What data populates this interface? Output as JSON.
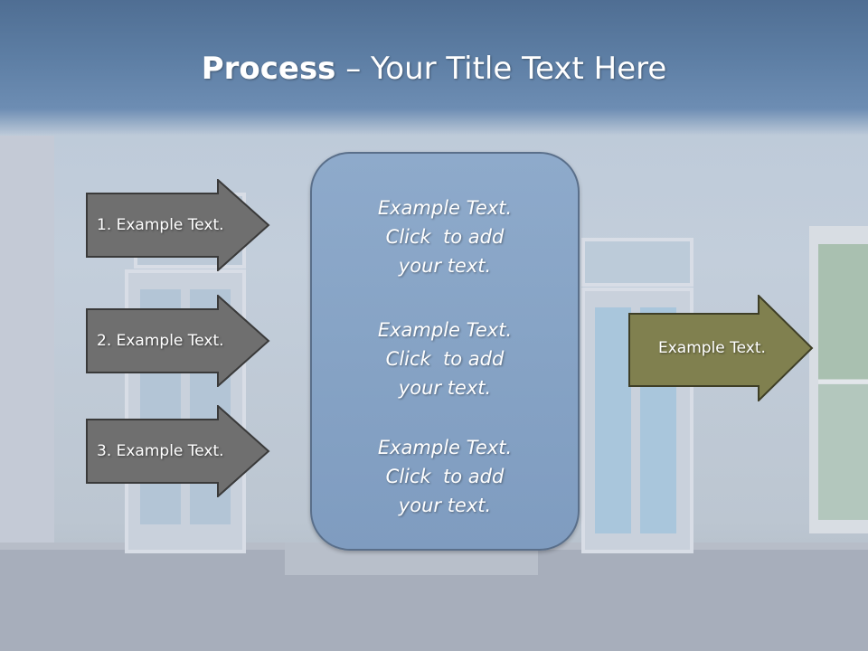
{
  "title": {
    "bold": "Process",
    "rest": " – Your Title Text Here"
  },
  "left_arrows": [
    {
      "label": "1. Example Text."
    },
    {
      "label": "2. Example Text."
    },
    {
      "label": "3. Example Text."
    }
  ],
  "center_blocks": [
    {
      "line1": "Example Text.",
      "line2": "Click  to add",
      "line3": "your text."
    },
    {
      "line1": "Example Text.",
      "line2": "Click  to add",
      "line3": "your text."
    },
    {
      "line1": "Example Text.",
      "line2": "Click  to add",
      "line3": "your text."
    }
  ],
  "right_arrow": {
    "label": "Example Text."
  },
  "colors": {
    "left_arrow_fill": "#6f6f6f",
    "right_arrow_fill": "#80804f",
    "center_box": "#86a3c5",
    "title_band": "#5e7fa5"
  }
}
